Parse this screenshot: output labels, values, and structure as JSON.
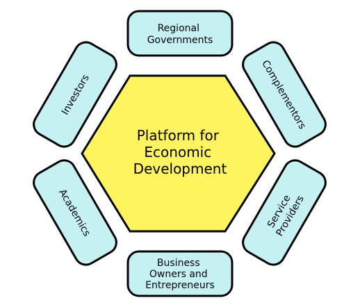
{
  "diagram": {
    "center": {
      "lines": [
        "Platform for",
        "Economic",
        "Development"
      ]
    },
    "stakeholders": [
      {
        "id": "regional-governments",
        "lines": [
          "Regional",
          "Governments"
        ]
      },
      {
        "id": "complementors",
        "lines": [
          "Complementors"
        ]
      },
      {
        "id": "service-providers",
        "lines": [
          "Service",
          "Providers"
        ]
      },
      {
        "id": "business-owners",
        "lines": [
          "Business",
          "Owners and",
          "Entrepreneurs"
        ]
      },
      {
        "id": "academics",
        "lines": [
          "Academics"
        ]
      },
      {
        "id": "investors",
        "lines": [
          "Investors"
        ]
      }
    ],
    "colors": {
      "center_fill": "#fdf45f",
      "box_fill": "#c6f1f3",
      "stroke": "#000000"
    }
  }
}
